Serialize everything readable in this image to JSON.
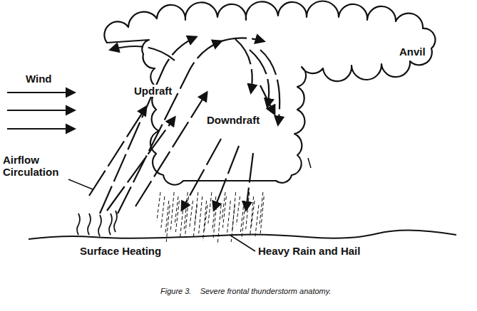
{
  "diagram": {
    "caption": "Figure 3.    Severe frontal thunderstorm anatomy.",
    "labels": [
      "Wind",
      "Updraft",
      "Downdraft",
      "Anvil",
      "Airflow Circulation",
      "Surface Heating",
      "Heavy Rain and Hail"
    ]
  }
}
